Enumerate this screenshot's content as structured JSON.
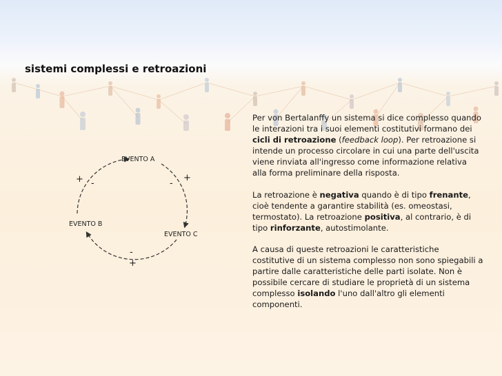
{
  "slide": {
    "title": "sistemi complessi e retroazioni"
  },
  "diagram": {
    "node_a": "EVENTO A",
    "node_b": "EVENTO B",
    "node_c": "EVENTO C",
    "sign_left_plus": "+",
    "sign_left_minus": "-",
    "sign_right_minus": "-",
    "sign_right_plus": "+",
    "sign_bottom_minus": "-",
    "sign_bottom_plus": "+"
  },
  "text": {
    "p1_a": "Per von Bertalanffy un sistema si dice complesso quando le interazioni tra i suoi elementi costitutivi formano dei ",
    "p1_b": "cicli di retroazione",
    "p1_c": " (",
    "p1_d": "feedback loop",
    "p1_e": "). Per retroazione si intende un processo circolare in cui una parte dell'uscita viene rinviata all'ingresso come informazione relativa alla forma preliminare della risposta.",
    "p2_a": "La retroazione è ",
    "p2_b": "negativa",
    "p2_c": " quando è di tipo ",
    "p2_d": "frenante",
    "p2_e": ", cioè tendente a garantire stabilità (es. omeostasi, termostato). La retroazione ",
    "p2_f": "positiva",
    "p2_g": ", al contrario, è di tipo ",
    "p2_h": "rinforzante",
    "p2_i": ", autostimolante.",
    "p3_a": "A causa di queste retroazioni le caratteristiche costitutive di un sistema complesso non sono spiegabili a partire dalle caratteristiche delle parti isolate. Non è possibile cercare di studiare le proprietà di un sistema complesso ",
    "p3_b": "isolando",
    "p3_c": " l'uno dall'altro gli elementi componenti."
  }
}
